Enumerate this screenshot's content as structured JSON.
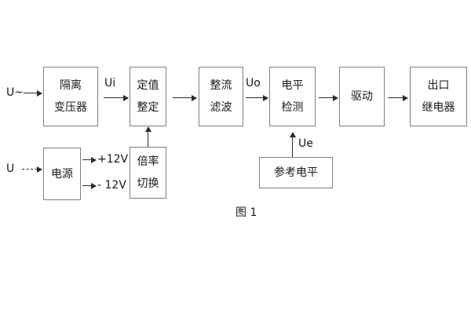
{
  "diagram": {
    "caption": "图 1",
    "blocks": [
      {
        "id": "isolation-transformer",
        "lines": [
          "隔离",
          "变压器"
        ]
      },
      {
        "id": "setting-value",
        "lines": [
          "定值",
          "整定"
        ]
      },
      {
        "id": "rectify-filter",
        "lines": [
          "整流",
          "滤波"
        ]
      },
      {
        "id": "level-detection",
        "lines": [
          "电平",
          "检测"
        ]
      },
      {
        "id": "drive",
        "lines": [
          "驱动"
        ]
      },
      {
        "id": "output-relay",
        "lines": [
          "出口",
          "继电器"
        ]
      },
      {
        "id": "power-supply",
        "lines": [
          "电源"
        ]
      },
      {
        "id": "ratio-switch",
        "lines": [
          "倍率",
          "切换"
        ]
      },
      {
        "id": "reference-level",
        "lines": [
          "参考电平"
        ]
      }
    ],
    "signals": {
      "input_ac": "U~",
      "input_dc": "U",
      "ui": "Ui",
      "uo": "Uo",
      "ue": "Ue",
      "positive_rail": "+12V",
      "negative_rail": "- 12V"
    }
  }
}
